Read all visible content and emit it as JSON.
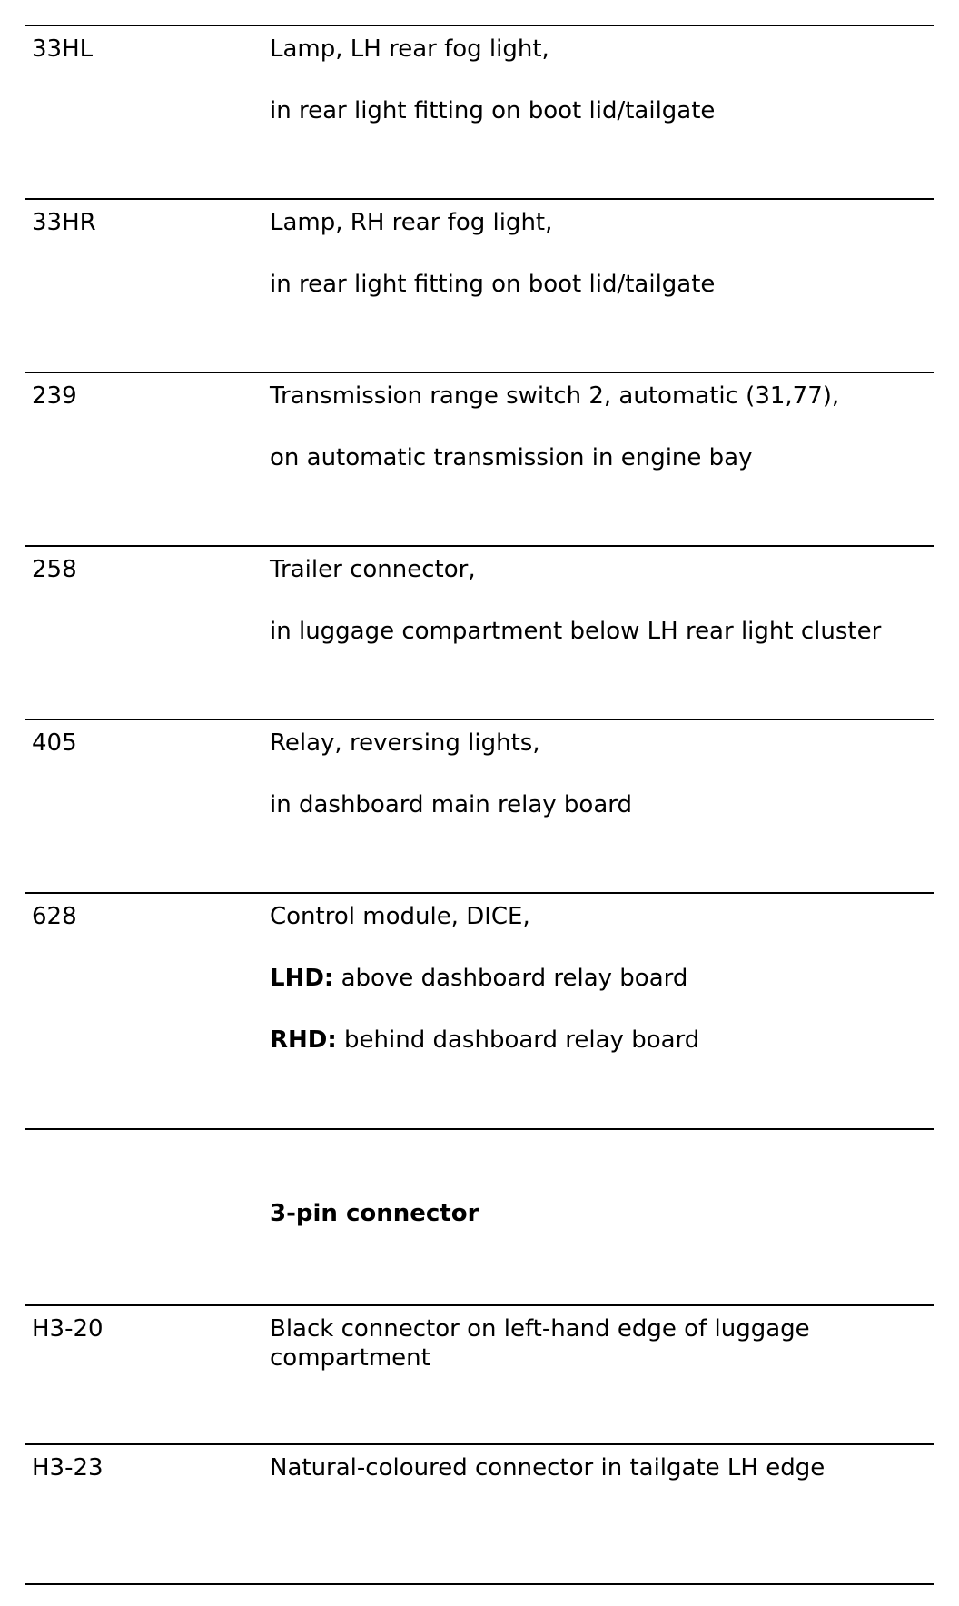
{
  "rows": [
    {
      "code": "33HL",
      "lines": [
        "Lamp, LH rear fog light,",
        "in rear light fitting on boot lid/tailgate"
      ]
    },
    {
      "code": "33HR",
      "lines": [
        "Lamp, RH rear fog light,",
        "in rear light fitting on boot lid/tailgate"
      ]
    },
    {
      "code": "239",
      "lines": [
        "Transmission range switch 2, automatic (31,77),",
        "on automatic transmission in engine bay"
      ]
    },
    {
      "code": "258",
      "lines": [
        "Trailer connector,",
        "in luggage compartment below LH rear light cluster"
      ]
    },
    {
      "code": "405",
      "lines": [
        "Relay, reversing lights,",
        "in dashboard main relay board"
      ]
    },
    {
      "code": "628",
      "line1": "Control module, DICE,",
      "lhd_label": "LHD:",
      "lhd_text": " above dashboard relay board",
      "rhd_label": "RHD:",
      "rhd_text": " behind dashboard relay board"
    }
  ],
  "section_heading": "3-pin connector",
  "connectors": [
    {
      "code": "H3-20",
      "text": "Black connector on left-hand edge of luggage compartment"
    },
    {
      "code": "H3-23",
      "text": "Natural-coloured connector in tailgate LH edge"
    }
  ]
}
